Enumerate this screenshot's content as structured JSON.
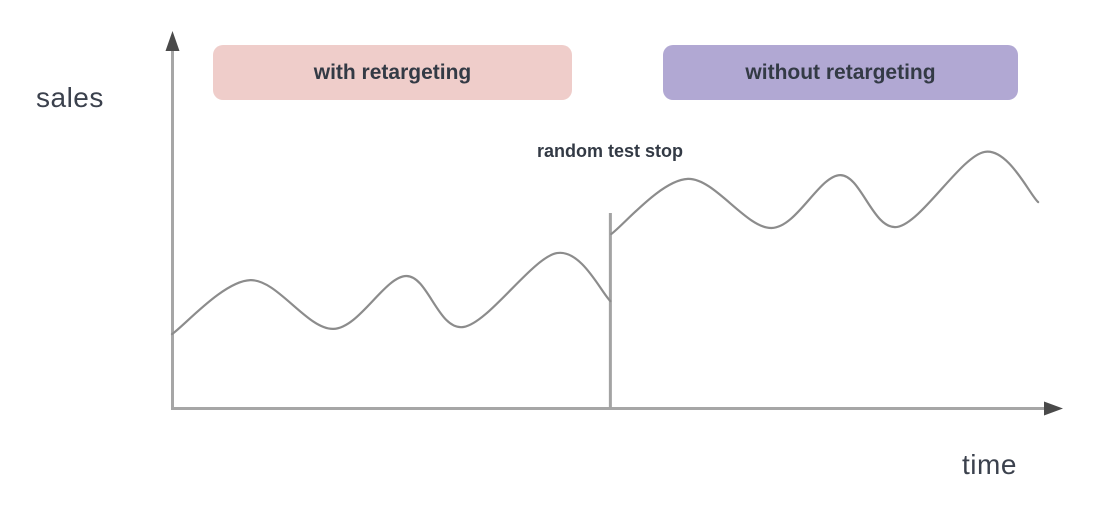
{
  "colors": {
    "background": "#ffffff",
    "curve_line": "#8c8c8c",
    "axis_line": "#a6a6a6",
    "arrowhead": "#4a4a4a",
    "marker_line": "#a3a3a3",
    "label_text": "#3b414d",
    "badge_text": "#333a45"
  },
  "chart_data": {
    "type": "line",
    "title": "",
    "xlabel": "time",
    "ylabel": "sales",
    "x_axis": {
      "min": 0,
      "max": 100,
      "ticks": [],
      "gridlines": false
    },
    "y_axis": {
      "min": 0,
      "max": 100,
      "ticks": [],
      "gridlines": false
    },
    "legend_position": "top",
    "annotations": [
      {
        "type": "vline",
        "label": "random test stop",
        "x": 49.2,
        "y_from": 0,
        "y_to": 52
      }
    ],
    "series": [
      {
        "name": "with retargeting",
        "badge_color": "#efcdca",
        "points": [
          [
            0,
            19.7
          ],
          [
            8.8,
            34.1
          ],
          [
            18.1,
            21.1
          ],
          [
            26.3,
            35.2
          ],
          [
            32.7,
            21.6
          ],
          [
            43.2,
            41.3
          ],
          [
            49.2,
            28.5
          ]
        ]
      },
      {
        "name": "without retargeting",
        "badge_color": "#b1a8d3",
        "points": [
          [
            49.3,
            46.4
          ],
          [
            57.9,
            61.1
          ],
          [
            67.3,
            48.0
          ],
          [
            75.0,
            62.1
          ],
          [
            81.4,
            48.3
          ],
          [
            91.2,
            68.3
          ],
          [
            97.2,
            54.9
          ]
        ]
      }
    ]
  }
}
